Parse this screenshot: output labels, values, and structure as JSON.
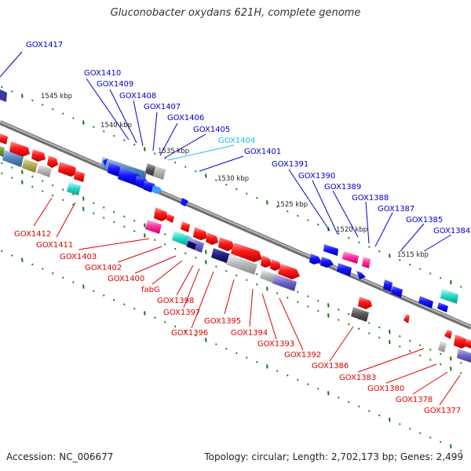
{
  "title": "Gluconobacter oxydans 621H, complete genome",
  "footer": {
    "accession": "Accession: NC_006677",
    "summary": "Topology: circular; Length: 2,702,173 bp; Genes: 2,499"
  },
  "colors": {
    "forward_label": "#0000cc",
    "reverse_label": "#dd0000",
    "highlight_label": "#22bbee",
    "backbone": "#8a8a8a",
    "tick_forward": "#117711",
    "tick_reverse": "#117711"
  },
  "ticks": [
    "1545 kbp",
    "1540 kbp",
    "1535 kbp",
    "1530 kbp",
    "1525 kbp",
    "1520 kbp",
    "1515 kbp"
  ],
  "forward_genes": [
    "GOX1417",
    "GOX1410",
    "GOX1409",
    "GOX1408",
    "GOX1407",
    "GOX1406",
    "GOX1405",
    "GOX1404",
    "GOX1401",
    "GOX1391",
    "GOX1390",
    "GOX1389",
    "GOX1388",
    "GOX1387",
    "GOX1385",
    "GOX1384"
  ],
  "reverse_genes": [
    "GOX1412",
    "GOX1411",
    "GOX1403",
    "GOX1402",
    "GOX1400",
    "fabG",
    "GOX1398",
    "GOX1397",
    "GOX1396",
    "GOX1395",
    "GOX1394",
    "GOX1393",
    "GOX1392",
    "GOX1386",
    "GOX1383",
    "GOX1380",
    "GOX1378",
    "GOX1377"
  ]
}
